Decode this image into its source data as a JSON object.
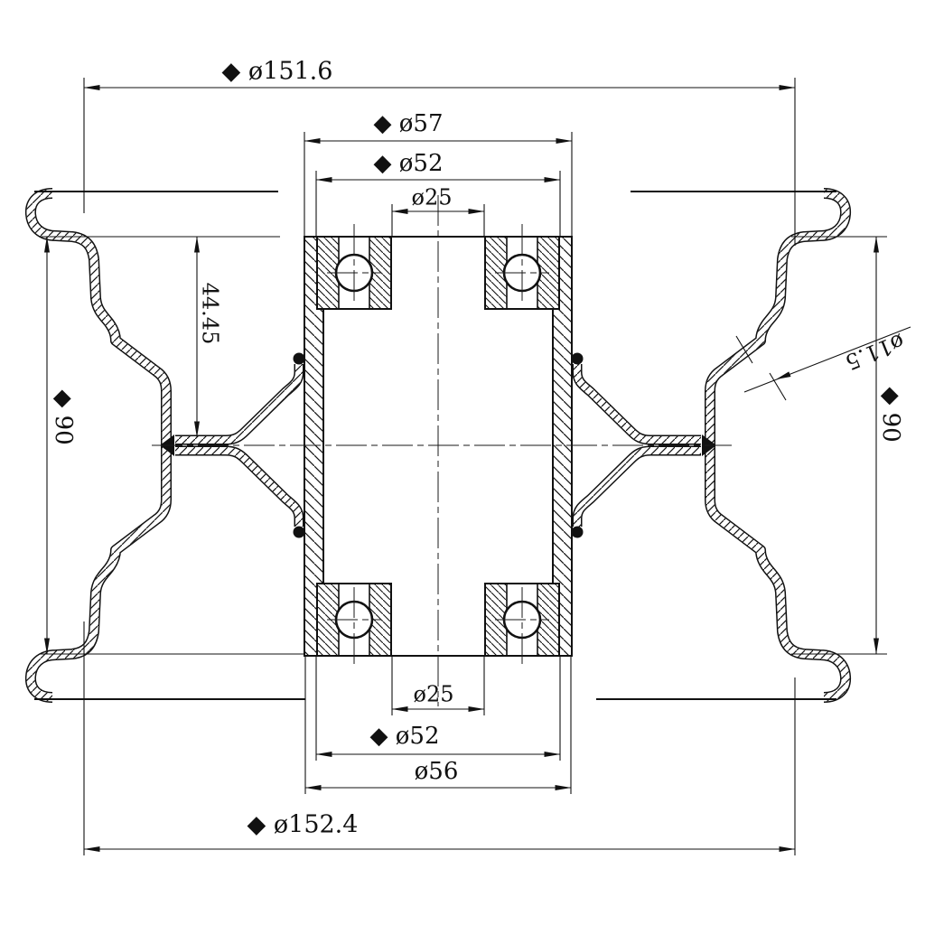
{
  "drawing": {
    "title": "wheel hub and rim cross-section technical drawing",
    "style": {
      "line_color": "#111111",
      "background": "#ffffff",
      "hatch_color": "#111111"
    }
  },
  "dims": {
    "dia151_6": "◆ ø151.6",
    "dia57": "◆ ø57",
    "dia52_top": "◆ ø52",
    "dia25_top": "ø25",
    "len44_45": "44.45",
    "len90_left": "◆ 90",
    "dia11_5": "ø11.5",
    "len90_right": "◆ 90",
    "dia25_bottom": "ø25",
    "dia52_bottom": "◆ ø52",
    "dia56": "ø56",
    "dia152_4": "◆ ø152.4"
  }
}
